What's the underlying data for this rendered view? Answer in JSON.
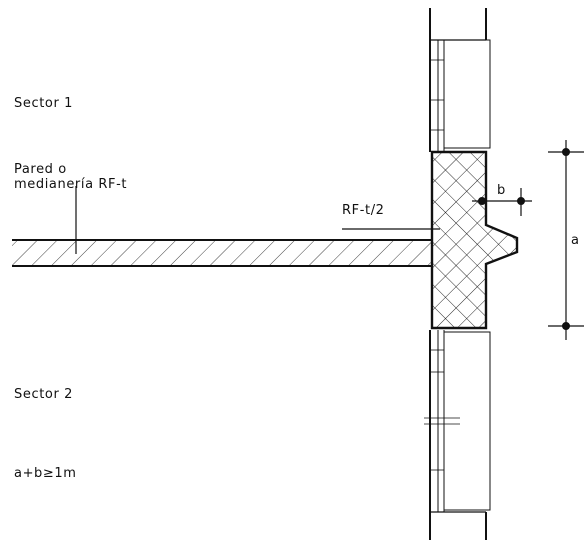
{
  "labels": {
    "sector1": "Sector  1",
    "wall_line1": "Pared  o",
    "wall_line2": "medianería  RF-t",
    "rf_half": "RF-t/2",
    "dim_b": "b",
    "dim_a": "a",
    "sector2": "Sector  2",
    "condition": "a+b≥1m"
  },
  "colors": {
    "ink": "#111111",
    "paper": "#ffffff"
  }
}
